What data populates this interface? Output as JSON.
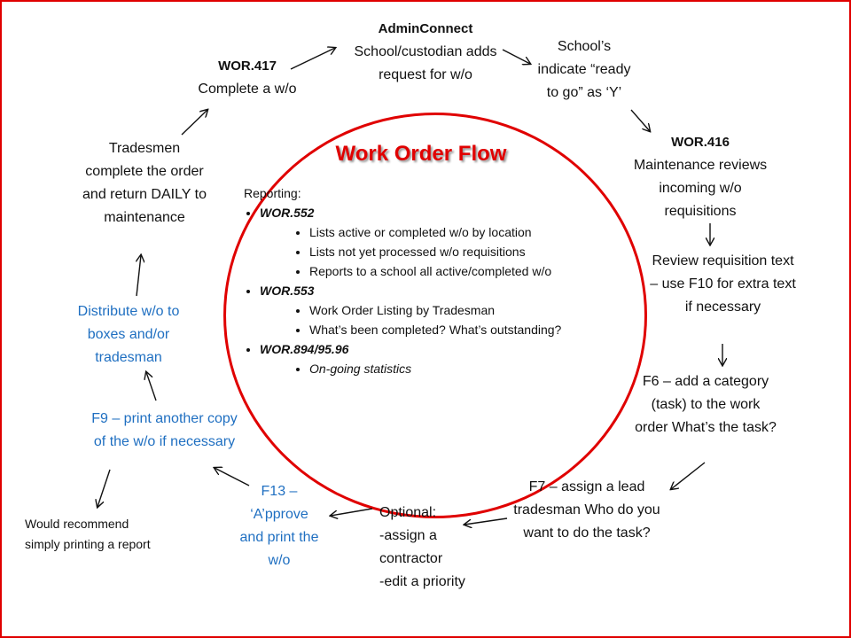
{
  "title": "Work Order Flow",
  "nodes": {
    "adminconnect_title": "AdminConnect",
    "adminconnect_body": "School/custodian adds request for w/o",
    "schools_indicate": "School’s indicate “ready to go” as ‘Y’",
    "wor416_title": "WOR.416",
    "wor416_body": "Maintenance reviews incoming w/o requisitions",
    "review_requisition": "Review requisition text – use F10 for extra text if necessary",
    "f6": "F6 – add a category (task) to the work order What’s the task?",
    "f7": "F7 – assign a lead tradesman Who do you want to do the task?",
    "optional": "Optional:\n-assign a contractor\n-edit a priority",
    "f13": "F13 – ‘A’pprove and print the w/o",
    "f9": "F9 – print another copy of the w/o if necessary",
    "note": "Would recommend simply printing a report",
    "distribute": "Distribute w/o to boxes and/or tradesman",
    "tradesmen": "Tradesmen complete the order and return DAILY to maintenance",
    "wor417_title": "WOR.417",
    "wor417_body": "Complete a w/o"
  },
  "reporting": {
    "label": "Reporting:",
    "wor552": "WOR.552",
    "wor552_items": [
      "Lists active or completed w/o by location",
      "Lists not yet processed w/o requisitions",
      "Reports to a school all active/completed w/o"
    ],
    "wor553": "WOR.553",
    "wor553_items": [
      "Work Order Listing by Tradesman",
      "What’s been completed?  What’s outstanding?"
    ],
    "wor894": "WOR.894/95.96",
    "wor894_items": [
      "On-going statistics"
    ]
  },
  "colors": {
    "accent": "#e00000",
    "blue_text": "#1f6fc1"
  }
}
